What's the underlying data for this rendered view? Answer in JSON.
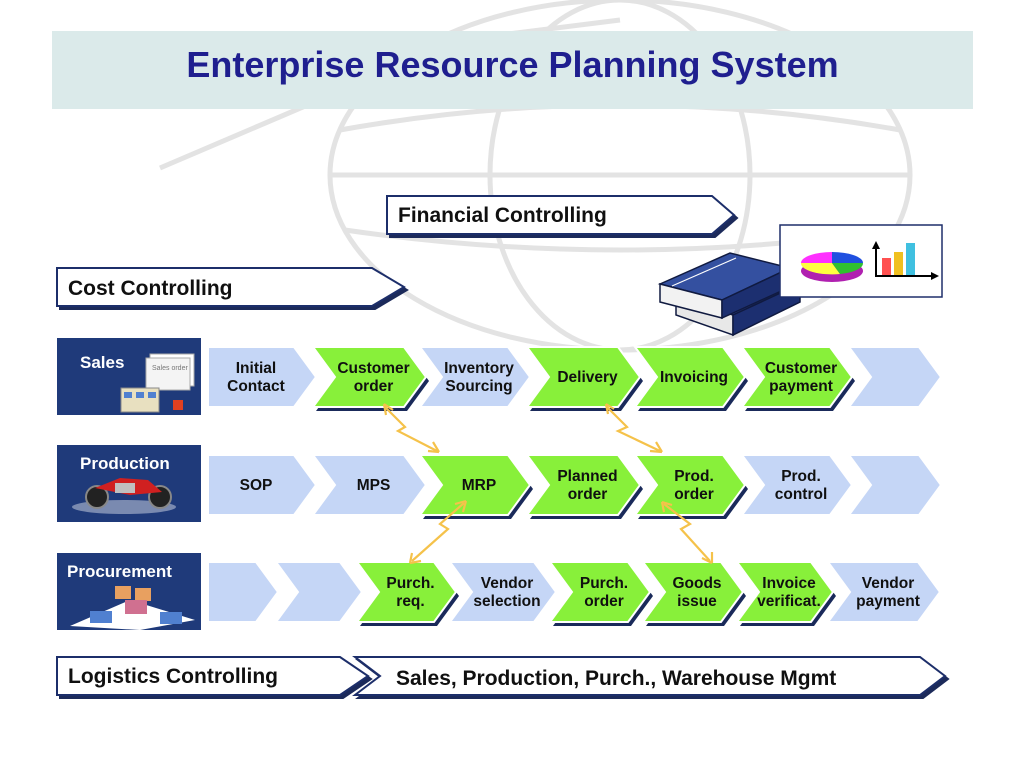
{
  "title": "Enterprise Resource Planning System",
  "controls": {
    "financial": "Financial Controlling",
    "cost": "Cost Controlling",
    "logistics": "Logistics Controlling",
    "scope": "Sales, Production, Purch., Warehouse Mgmt"
  },
  "rows": {
    "sales": {
      "label": "Sales",
      "icon_caption": "Sales order",
      "steps": [
        [
          "Initial",
          "Contact"
        ],
        [
          "Customer",
          "order"
        ],
        [
          "Inventory",
          "Sourcing"
        ],
        [
          "Delivery"
        ],
        [
          "Invoicing"
        ],
        [
          "Customer",
          "payment"
        ],
        []
      ]
    },
    "production": {
      "label": "Production",
      "steps": [
        [
          "SOP"
        ],
        [
          "MPS"
        ],
        [
          "MRP"
        ],
        [
          "Planned",
          "order"
        ],
        [
          "Prod.",
          "order"
        ],
        [
          "Prod.",
          "control"
        ],
        []
      ]
    },
    "procurement": {
      "label": "Procurement",
      "steps": [
        [],
        [],
        [
          "Purch.",
          "req."
        ],
        [
          "Vendor",
          "selection"
        ],
        [
          "Purch.",
          "order"
        ],
        [
          "Goods",
          "issue"
        ],
        [
          "Invoice",
          "verificat."
        ],
        [
          "Vendor",
          "payment"
        ]
      ]
    }
  },
  "colors": {
    "title": "#1f1f8f",
    "title_band": "#dbeaea",
    "row_label_bg": "#1f3a7a",
    "active_step": "#88f03a",
    "inactive_step": "#c5d6f6",
    "control_border": "#1f2f6a",
    "link_bolt": "#f5c24a"
  },
  "icons": [
    "globe-icon",
    "documents-icon",
    "warehouse-icon",
    "motorcycle-icon",
    "pallet-icon",
    "books-icon",
    "pie-chart-icon",
    "bar-chart-icon"
  ]
}
